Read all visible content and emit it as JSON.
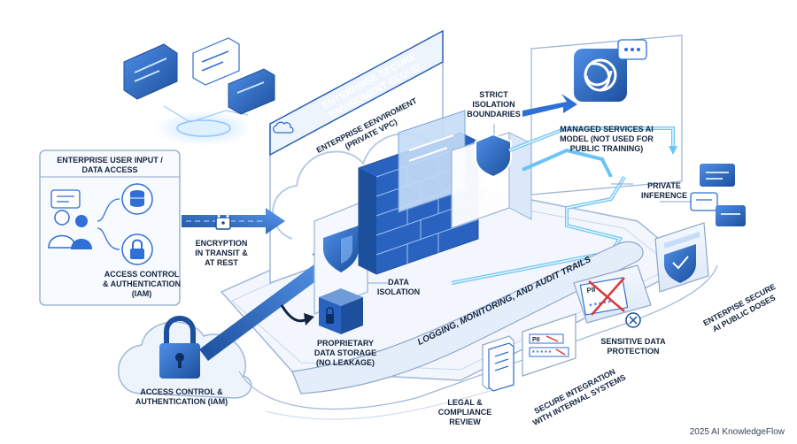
{
  "labels": {
    "user_input_title": "ENTERPRISE USER INPUT /\nDATA ACCESS",
    "encryption": "ENCRYPTION\nIN TRANSIT &\nAT REST",
    "iam_right": "ACCESS CONTROL\n& AUTHENTICATION\n(IAM)",
    "iam_bottom": "ACCESS CONTROL &\nAUTHENTICATION (IAM)",
    "strict_isolation": "STRICT\nISOLATION\nBOUNDARIES",
    "managed_ai": "MANAGED SERVICES AI\nMODEL (NOT USED FOR\nPUBLIC TRAINING)",
    "private_inference": "PRIVATE\nINFERENCE",
    "data_isolation": "DATA\nISOLATION",
    "proprietary_storage": "PROPRIETARY\nDATA STORAGE\n(NO LEAKAGE)",
    "sensitive_data": "SENSITIVE DATA\nPROTECTION",
    "legal": "LEGAL &\nCOMPLIANCE\nREVIEW",
    "secure_cloud_banner": "ENTERPRISE SECURE\nENVIROMENT CLOUD",
    "private_vpc": "ENTERPRISE EENVIROMENT\n(PRIVATE VPC)",
    "logging": "LOGGING, MONITORING, AND AUDIT TRAILS",
    "secure_integration": "SECURE INTEGRATION\nWITH INTERNAL SYSTEMS",
    "enterprise_secure_ai": "ENTERPISE SECURE\nAI PUBLIC DOSES",
    "pii_a": "PII",
    "pii_b": "PII",
    "footer": "2025 AI KnowledgeFlow"
  },
  "icons": [
    "chat-bubble-icon",
    "database-icon",
    "users-icon",
    "padlock-icon",
    "shield-icon",
    "ai-knot-logo-icon",
    "storage-box-icon",
    "document-icon",
    "cloud-icon",
    "firewall-icon"
  ],
  "colors": {
    "primary": "#2f6fd6",
    "dark_blue": "#1c4f9c",
    "light_blue": "#c6dcf7",
    "pale_blue": "#eaf2fc",
    "line": "#8ea6c9",
    "text": "#14243f",
    "alert_red": "#d93a3a"
  }
}
